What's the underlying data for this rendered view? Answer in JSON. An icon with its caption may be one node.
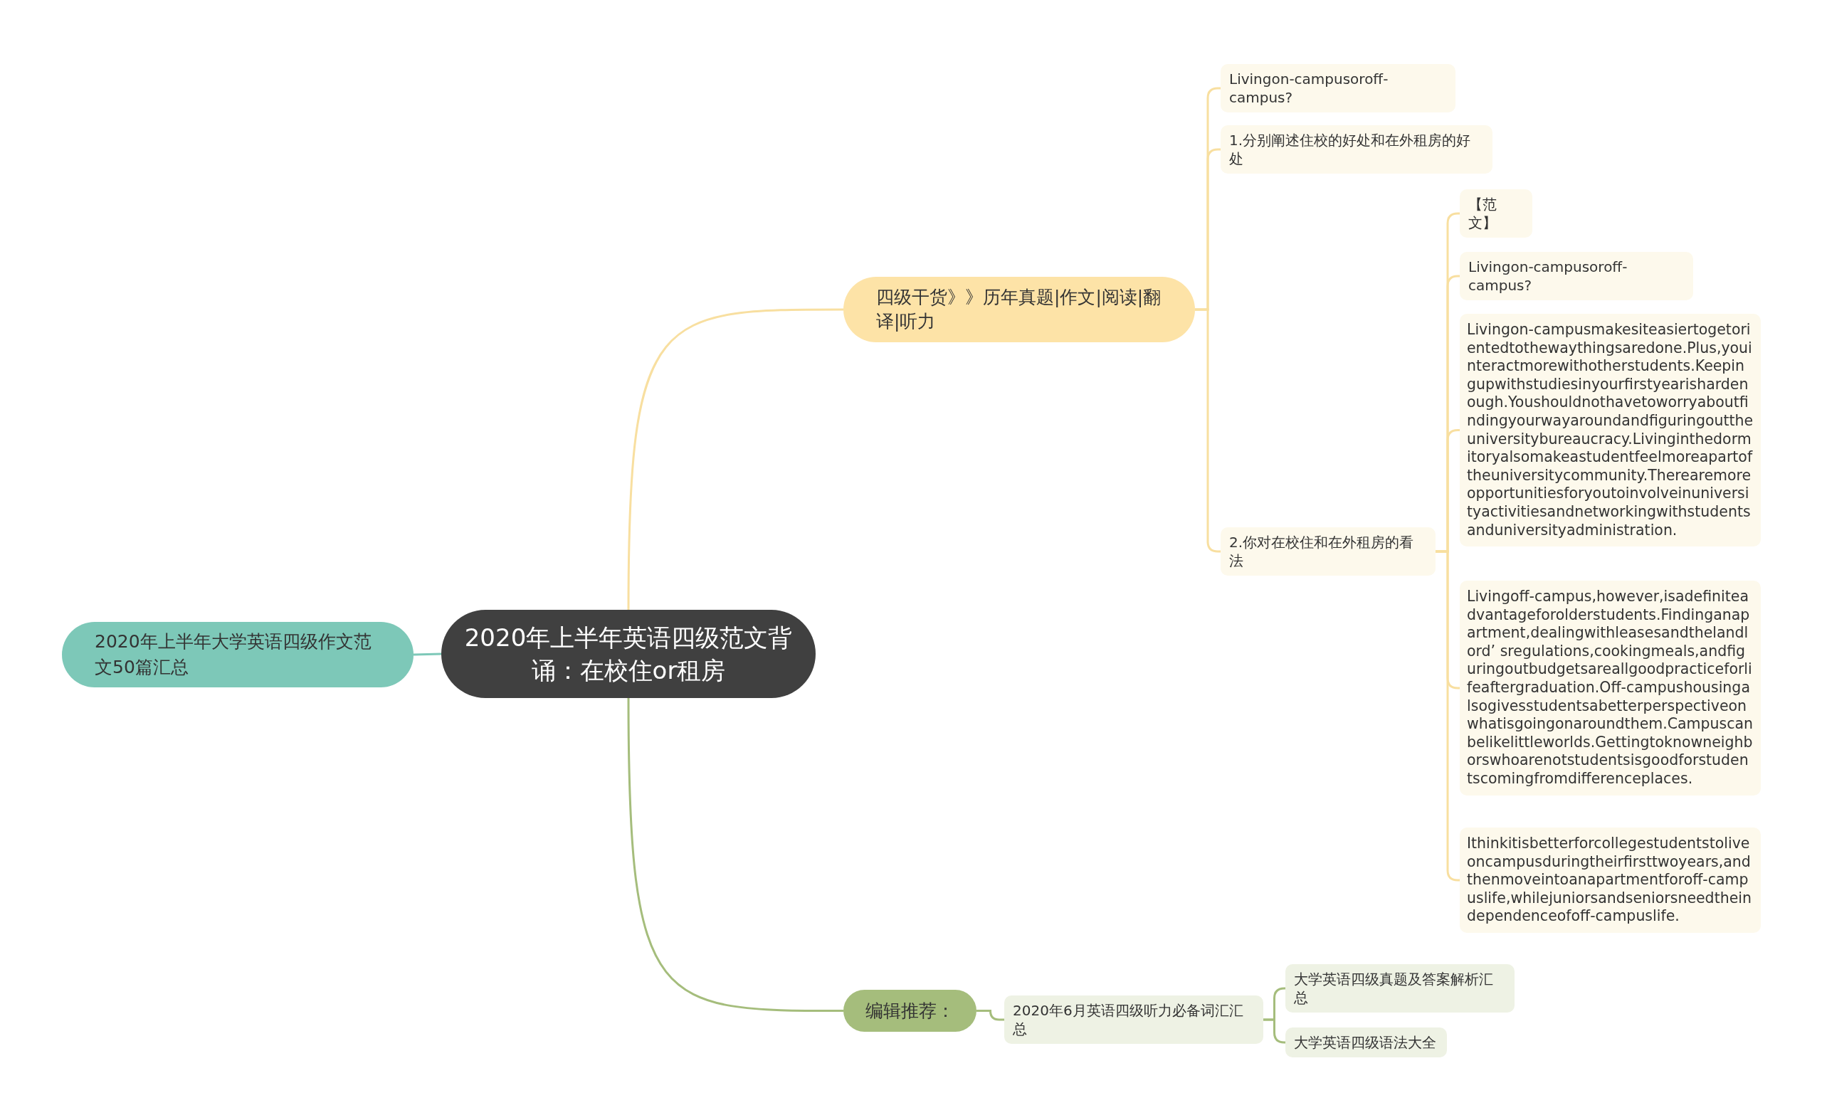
{
  "diagram": {
    "nodes": [
      {
        "text": [
          "2020年上半年英语四级范文背诵：在校住or租房"
        ]
      },
      {
        "text": [
          "2020年上半年大学英语四级作文范文50篇汇总"
        ]
      },
      {
        "text": [
          "四级干货》》历年真题|作文|阅读|翻译|听力"
        ]
      },
      {
        "text": [
          "Livingon-campusoroff-campus?"
        ]
      },
      {
        "text": [
          "1.分别阐述住校的好处和在外租房的好处"
        ]
      },
      {
        "text": [
          "2.你对在校住和在外租房的看法"
        ]
      },
      {
        "text": [
          "【范文】"
        ]
      },
      {
        "text": [
          "Livingon-campusoroff-campus?"
        ]
      },
      {
        "text": [
          "Livingon-campusmakesiteasiertogetorientedtothewaythingsaredone.Plus,youinteractmorewithotherstudents.Keepingupwithstudiesinyourfirstyearishardenough.Youshouldnothavetoworryaboutfindingyourwayaroundandfiguringouttheuniversitybureaucracy.Livinginthedormitoryalsomakeastudentfeelmoreapartoftheuniversitycommunity.Therearemoreopportunitiesforyoutoinvolveinuniversityactivitiesandnetworkingwithstudentsanduniversityadministration."
        ]
      },
      {
        "text": [
          "Livingoff-campus,however,isadefiniteadvantageforolderstudents.Findinganapartment,dealingwithleasesandthelandlord’ sregulations,cookingmeals,andfiguringoutbudgetsareallgoodpracticeforlifeaftergraduation.Off-campushousingalsogivesstudentsabetterperspectiveonwhatisgoingonaroundthem.Campuscanbelikelittleworlds.Gettingtoknowneighborswhoarenotstudentsisgoodforstudentscomingfromdifferenceplaces."
        ]
      },
      {
        "text": [
          "Ithinkitisbetterforcollegestudentstoliveoncampusduringtheirfirsttwoyears,andthenmoveintoanapartmentforoff-campuslife,whilejuniorsandseniorsneedtheindependenceofoff-campuslife."
        ]
      },
      {
        "text": [
          "编辑推荐："
        ]
      },
      {
        "text": [
          "2020年6月英语四级听力必备词汇汇总"
        ]
      },
      {
        "text": [
          "大学英语四级真题及答案解析汇总"
        ]
      },
      {
        "text": [
          "大学英语四级语法大全"
        ]
      }
    ],
    "edges": [
      {
        "from": 0,
        "to": 1,
        "arrow": "none",
        "color": "#7dc8b8"
      },
      {
        "from": 0,
        "to": 2,
        "arrow": "none",
        "color": "#f8dfa0"
      },
      {
        "from": 2,
        "to": 3,
        "arrow": "none",
        "color": "#f8dfa0"
      },
      {
        "from": 2,
        "to": 4,
        "arrow": "none",
        "color": "#f8dfa0"
      },
      {
        "from": 2,
        "to": 5,
        "arrow": "none",
        "color": "#f8dfa0"
      },
      {
        "from": 5,
        "to": 6,
        "arrow": "none",
        "color": "#f8dfa0"
      },
      {
        "from": 5,
        "to": 7,
        "arrow": "none",
        "color": "#f8dfa0"
      },
      {
        "from": 5,
        "to": 8,
        "arrow": "none",
        "color": "#f8dfa0"
      },
      {
        "from": 5,
        "to": 9,
        "arrow": "none",
        "color": "#f8dfa0"
      },
      {
        "from": 5,
        "to": 10,
        "arrow": "none",
        "color": "#f8dfa0"
      },
      {
        "from": 0,
        "to": 11,
        "arrow": "none",
        "color": "#a5bd7c"
      },
      {
        "from": 11,
        "to": 12,
        "arrow": "none",
        "color": "#a5bd7c"
      },
      {
        "from": 12,
        "to": 13,
        "arrow": "none",
        "color": "#a5bd7c"
      },
      {
        "from": 12,
        "to": 14,
        "arrow": "none",
        "color": "#a5bd7c"
      }
    ]
  }
}
